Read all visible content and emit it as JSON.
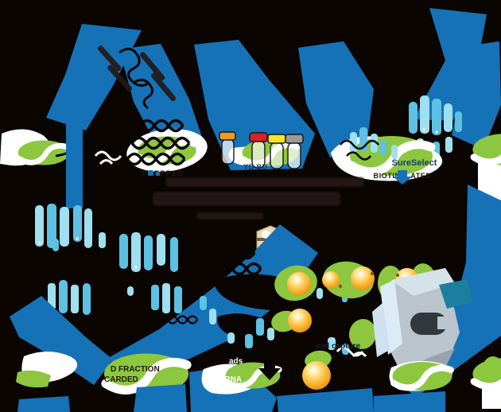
{
  "figure": {
    "type": "workflow-diagram",
    "description": "Target enrichment capture process diagram on black background",
    "colors": {
      "bg": "#0b0502",
      "blue": "#1572b7",
      "cyan1": "#9edff0",
      "cyan2": "#5cc1e2",
      "lime": "#8dc63f",
      "ink": "#241812",
      "navy": "#1c3c63",
      "bead_core": "#f2a11b",
      "shield_tan": "#e3d0ac",
      "magnet_gray": "#b9c4cc",
      "magnet_teal": "#1b7fa0"
    },
    "labels": {
      "prepped": "PREPPED",
      "hyb_buffer_fragment": "YB BU",
      "sureselect": "SureSelect",
      "biotinylated": "BIOTINYLATED",
      "unbound_line1": "D FRACTION",
      "unbound_line2": "CARDED",
      "beads_fragment": "ads",
      "rna_fragment": "'RNA",
      "bead_capture_fragment": "ead capture"
    },
    "tube_caps": [
      "orange",
      "red",
      "yellow",
      "gray"
    ],
    "icons": [
      "swoosh-logo",
      "test-tubes",
      "shield",
      "magnet-device",
      "bead",
      "bait-bars",
      "dna-helix",
      "flow-arrow"
    ]
  }
}
